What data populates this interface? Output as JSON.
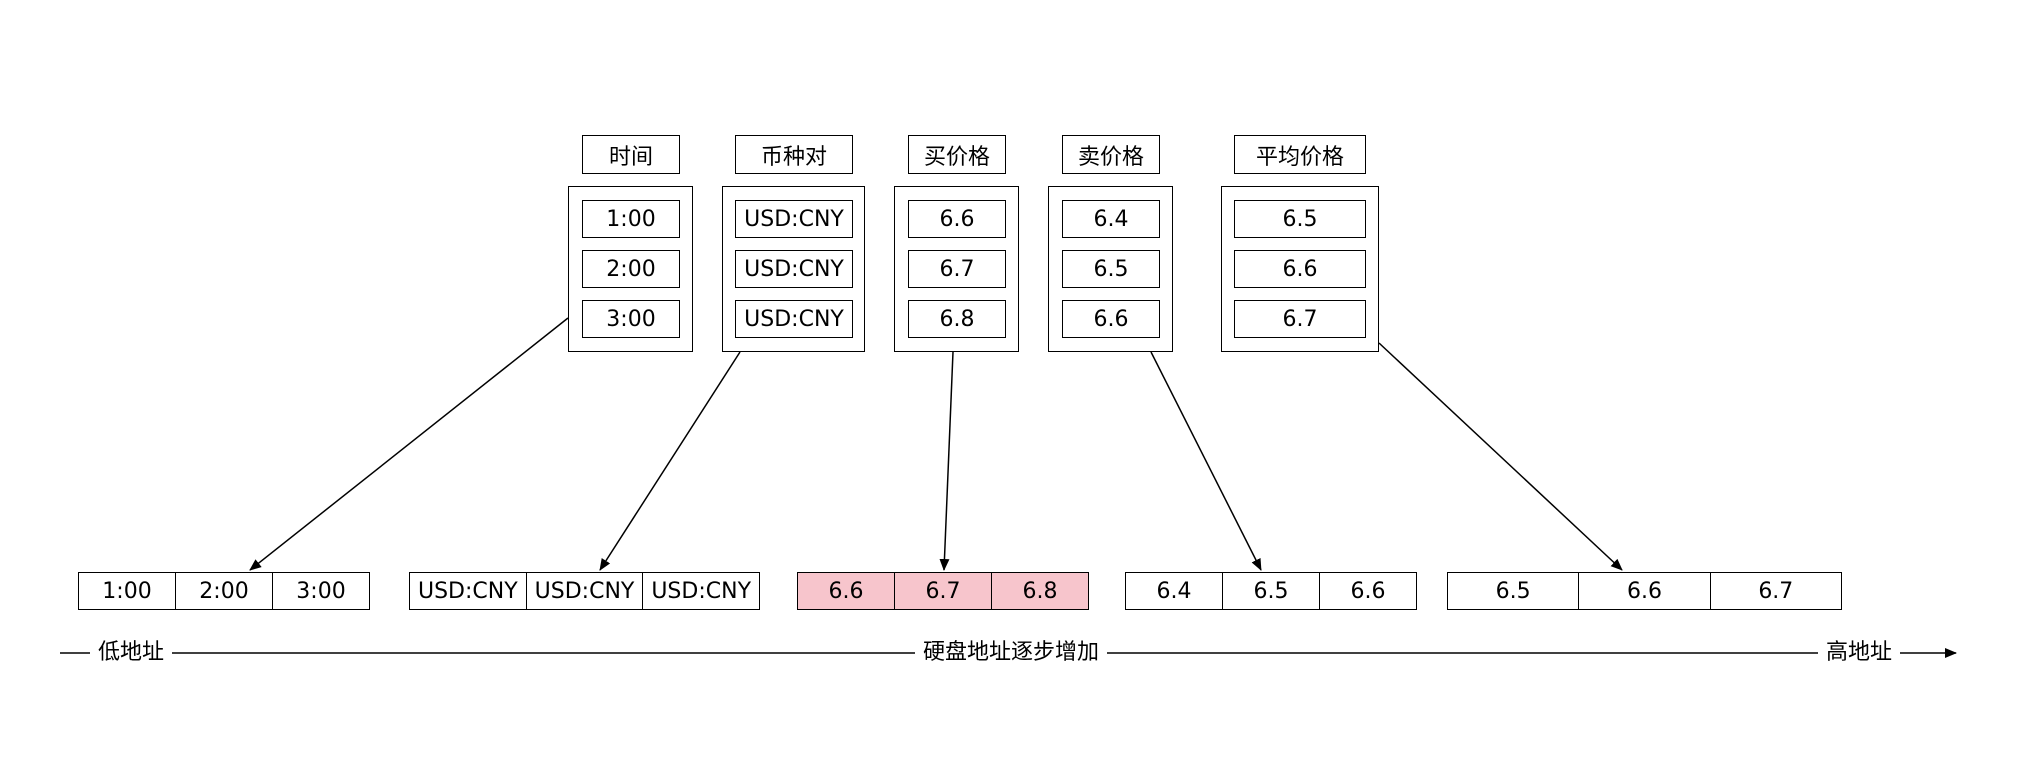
{
  "columns": [
    {
      "header": "时间",
      "values": [
        "1:00",
        "2:00",
        "3:00"
      ]
    },
    {
      "header": "币种对",
      "values": [
        "USD:CNY",
        "USD:CNY",
        "USD:CNY"
      ]
    },
    {
      "header": "买价格",
      "values": [
        "6.6",
        "6.7",
        "6.8"
      ]
    },
    {
      "header": "卖价格",
      "values": [
        "6.4",
        "6.5",
        "6.6"
      ]
    },
    {
      "header": "平均价格",
      "values": [
        "6.5",
        "6.6",
        "6.7"
      ]
    }
  ],
  "storage": [
    {
      "values": [
        "1:00",
        "2:00",
        "3:00"
      ]
    },
    {
      "values": [
        "USD:CNY",
        "USD:CNY",
        "USD:CNY"
      ]
    },
    {
      "values": [
        "6.6",
        "6.7",
        "6.8"
      ],
      "highlight_color": "#f7c5cc"
    },
    {
      "values": [
        "6.4",
        "6.5",
        "6.6"
      ]
    },
    {
      "values": [
        "6.5",
        "6.6",
        "6.7"
      ]
    }
  ],
  "axis": {
    "low_label": "低地址",
    "middle_label": "硬盘地址逐步增加",
    "high_label": "高地址"
  }
}
